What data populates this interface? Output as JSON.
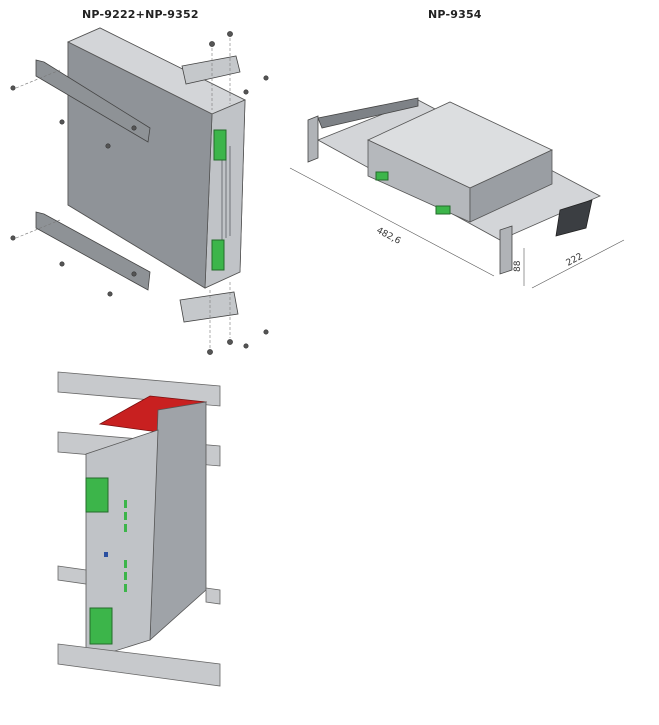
{
  "figures": {
    "wall_mount": {
      "title": "NP-9222+NP-9352"
    },
    "rack_mount": {
      "title": "NP-9354",
      "dimensions": {
        "width": "482,6",
        "height": "88",
        "depth": "222"
      }
    },
    "din_rail": {
      "title": ""
    }
  },
  "colors": {
    "housing": "#b9bcc0",
    "housing_dark": "#8e9296",
    "connector_green": "#3cb54a",
    "rail_red": "#c82020"
  }
}
